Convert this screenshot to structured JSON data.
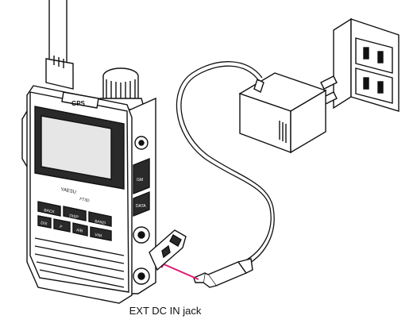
{
  "caption": {
    "label": "EXT DC IN jack"
  },
  "radio": {
    "top_badge": "GPS",
    "brand": "YAESU",
    "model": "FT3D",
    "side_labels": [
      "GM",
      "DATA"
    ],
    "keys": [
      "BACK",
      "DISP",
      "BAND",
      "D/X",
      "V/M",
      "A/B",
      "F"
    ]
  },
  "colors": {
    "line": "#111111",
    "outline_bg": "#ffffff",
    "arrow": "#e0186f",
    "screen": "#e6e6e6",
    "body_dark": "#2a2a2a"
  }
}
